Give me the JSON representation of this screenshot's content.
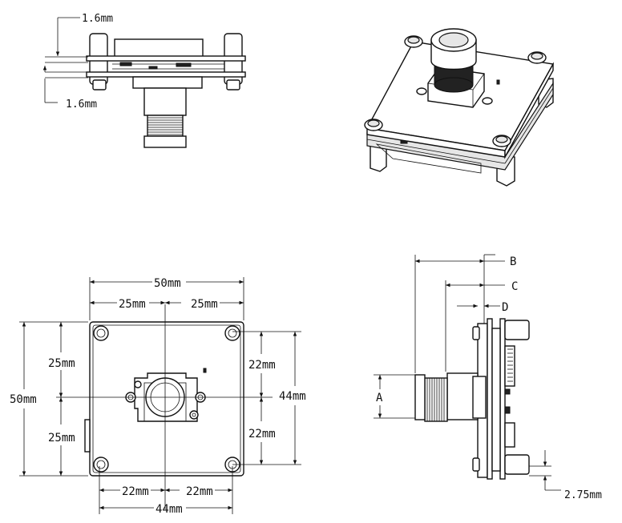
{
  "top_view": {
    "dim_upper": "1.6mm",
    "dim_lower": "1.6mm"
  },
  "front_view": {
    "width_total": "50mm",
    "half_left": "25mm",
    "half_right": "25mm",
    "height_total": "50mm",
    "upper_left": "25mm",
    "lower_left": "25mm",
    "upper_right": "22mm",
    "lower_right": "22mm",
    "inner_height": "44mm",
    "bottom_left": "22mm",
    "bottom_right": "22mm",
    "inner_width": "44mm"
  },
  "side_view": {
    "label_b": "B",
    "label_c": "C",
    "label_d": "D",
    "label_a": "A",
    "dim_bottom": "2.75mm"
  }
}
